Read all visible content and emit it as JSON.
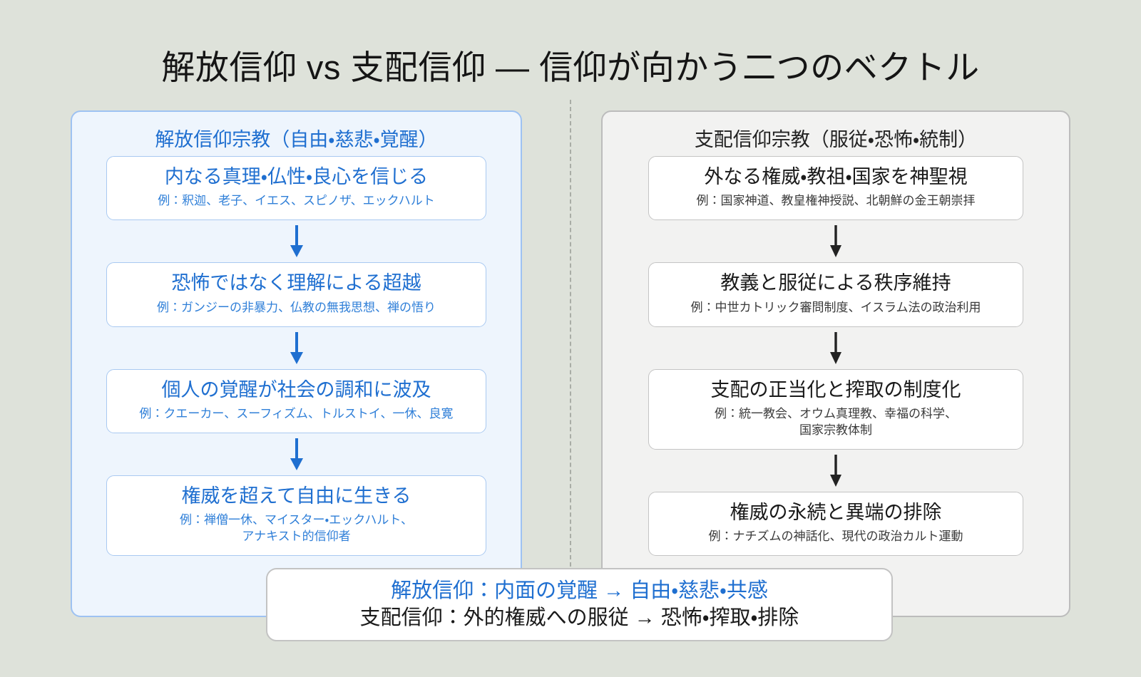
{
  "meta": {
    "title": "解放信仰 vs 支配信仰 ― 信仰が向かう二つのベクトル",
    "background_color": "#dee2da",
    "accent_color": "#1f6fd0",
    "neutral_color": "#1a1a1a"
  },
  "left_panel": {
    "heading": "解放信仰宗教（自由・慈悲・覚醒）",
    "border_color": "#9ec2f2",
    "fill_color": "#eef5fd",
    "arrow_color": "#1f6fd0",
    "steps": [
      {
        "title": "内なる真理・仏性・良心を信じる",
        "example": "例：釈迦、老子、イエス、スピノザ、エックハルト"
      },
      {
        "title": "恐怖ではなく理解による超越",
        "example": "例：ガンジーの非暴力、仏教の無我思想、禅の悟り"
      },
      {
        "title": "個人の覚醒が社会の調和に波及",
        "example": "例：クエーカー、スーフィズム、トルストイ、一休、良寛"
      },
      {
        "title": "権威を超えて自由に生きる",
        "example": "例：禅僧一休、マイスター・エックハルト、\nアナキスト的信仰者"
      }
    ]
  },
  "right_panel": {
    "heading": "支配信仰宗教（服従・恐怖・統制）",
    "border_color": "#bcbcbc",
    "fill_color": "#f2f2f1",
    "arrow_color": "#222222",
    "steps": [
      {
        "title": "外なる権威・教祖・国家を神聖視",
        "example": "例：国家神道、教皇権神授説、北朝鮮の金王朝崇拝"
      },
      {
        "title": "教義と服従による秩序維持",
        "example": "例：中世カトリック審問制度、イスラム法の政治利用"
      },
      {
        "title": "支配の正当化と搾取の制度化",
        "example": "例：統一教会、オウム真理教、幸福の科学、\n国家宗教体制"
      },
      {
        "title": "権威の永続と異端の排除",
        "example": "例：ナチズムの神話化、現代の政治カルト運動"
      }
    ]
  },
  "summary": {
    "line_1": "解放信仰：内面の覚醒 → 自由・慈悲・共感",
    "line_2": "支配信仰：外的権威への服従 → 恐怖・搾取・排除"
  }
}
